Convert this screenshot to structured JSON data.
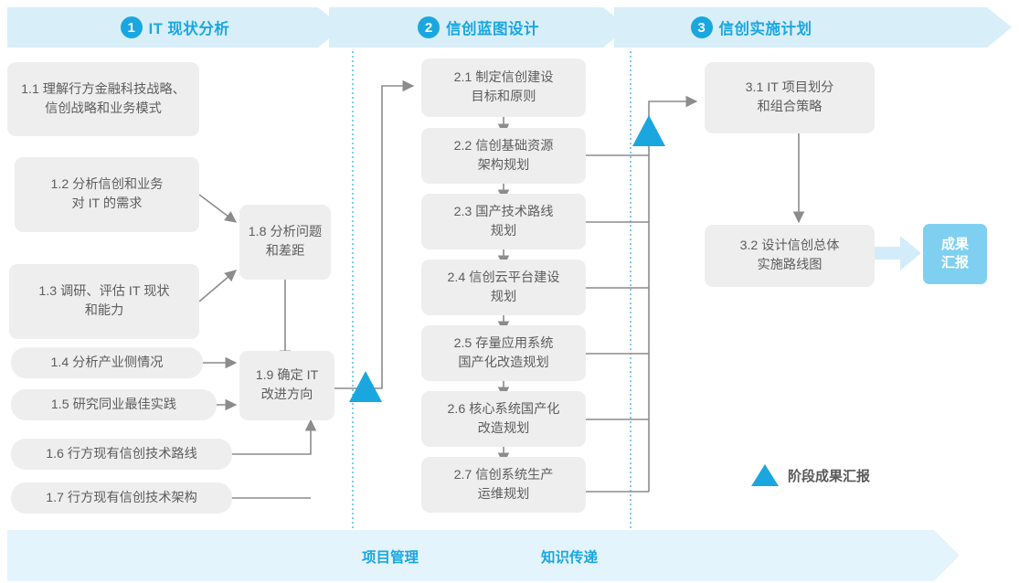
{
  "header": {
    "phases": [
      {
        "num": "1",
        "title": "IT 现状分析"
      },
      {
        "num": "2",
        "title": "信创蓝图设计"
      },
      {
        "num": "3",
        "title": "信创实施计划"
      }
    ]
  },
  "phase1": {
    "boxes": [
      {
        "id": "1.1",
        "label": "1.1 理解行方金融科技战略、\n信创战略和业务模式"
      },
      {
        "id": "1.2",
        "label": "1.2 分析信创和业务\n对 IT 的需求"
      },
      {
        "id": "1.3",
        "label": "1.3 调研、评估 IT 现状\n和能力"
      },
      {
        "id": "1.4",
        "label": "1.4 分析产业侧情况"
      },
      {
        "id": "1.5",
        "label": "1.5 研究同业最佳实践"
      },
      {
        "id": "1.6",
        "label": "1.6 行方现有信创技术路线"
      },
      {
        "id": "1.7",
        "label": "1.7 行方现有信创技术架构"
      },
      {
        "id": "1.8",
        "label": "1.8 分析问题\n和差距"
      },
      {
        "id": "1.9",
        "label": "1.9 确定 IT\n改进方向"
      }
    ]
  },
  "phase2": {
    "boxes": [
      {
        "id": "2.1",
        "label": "2.1 制定信创建设\n目标和原则"
      },
      {
        "id": "2.2",
        "label": "2.2 信创基础资源\n架构规划"
      },
      {
        "id": "2.3",
        "label": "2.3 国产技术路线\n规划"
      },
      {
        "id": "2.4",
        "label": "2.4 信创云平台建设\n规划"
      },
      {
        "id": "2.5",
        "label": "2.5 存量应用系统\n国产化改造规划"
      },
      {
        "id": "2.6",
        "label": "2.6 核心系统国产化\n改造规划"
      },
      {
        "id": "2.7",
        "label": "2.7 信创系统生产\n运维规划"
      }
    ]
  },
  "phase3": {
    "boxes": [
      {
        "id": "3.1",
        "label": "3.1 IT 项目划分\n和组合策略"
      },
      {
        "id": "3.2",
        "label": "3.2 设计信创总体\n实施路线图"
      }
    ],
    "result": "成果\n汇报"
  },
  "legend": {
    "milestone_label": "阶段成果汇报",
    "milestone_icon": "triangle-up-icon"
  },
  "footer": {
    "labels": [
      "项目管理",
      "知识传递"
    ]
  },
  "colors": {
    "accent": "#1aa7e0",
    "band": "#d8eef9",
    "band_footer": "#e3f4fc",
    "box_fill": "#eeeeee",
    "box_text": "#5d5d5d",
    "result_fill": "#7fd0f0",
    "connector": "#8c8c8c",
    "divider": "#4ab8e8"
  }
}
